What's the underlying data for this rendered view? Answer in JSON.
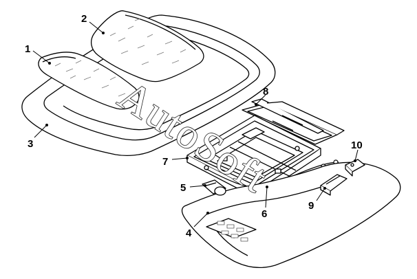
{
  "diagram": {
    "callouts": {
      "c1": "1",
      "c2": "2",
      "c3": "3",
      "c4": "4",
      "c5": "5",
      "c6": "6",
      "c7": "7",
      "c8": "8",
      "c9": "9",
      "c10": "10"
    },
    "watermark": "AutoSoft",
    "line_color": "#000000",
    "background": "#ffffff"
  }
}
